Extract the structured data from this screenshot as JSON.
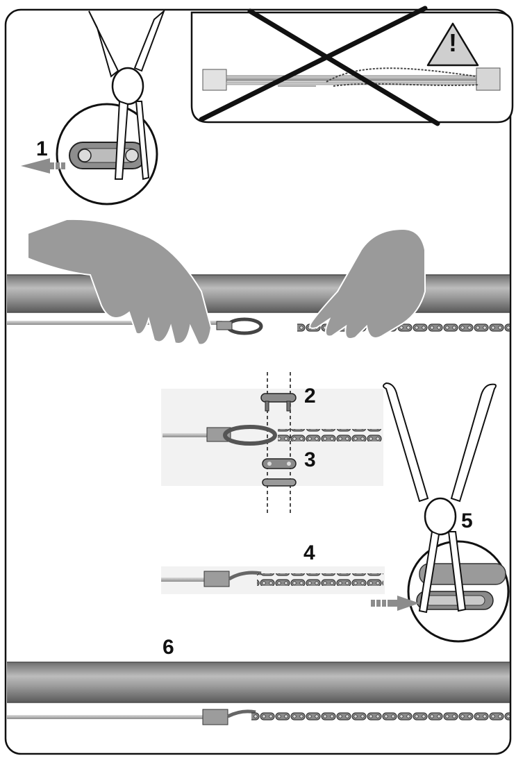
{
  "steps": {
    "s1": "1",
    "s2": "2",
    "s3": "3",
    "s4": "4",
    "s5": "5",
    "s6": "6"
  },
  "warning": {
    "mark": "!",
    "icon": "warning-triangle-icon"
  },
  "colors": {
    "outline": "#111111",
    "rail": "#8a8a8a",
    "hand": "#9a9a9a",
    "chain": "#7a7a7a",
    "arrow": "#8c8c8c",
    "cable": "#bdbdbd"
  }
}
